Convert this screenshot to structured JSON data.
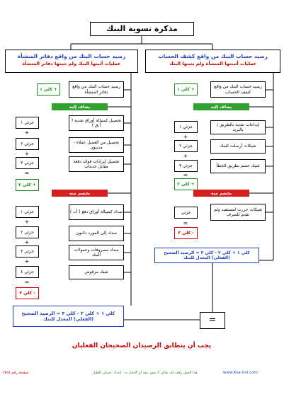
{
  "title": "مذكرة تسوية البنك",
  "right_column": {
    "header_title": "رصيد حساب البنك من واقع كشف الحساب",
    "header_sub": "عمليات أثبتتها المنشأة ولم يثبتها البنك",
    "start_box": "رصيد حساب البنك من واقع كشف الحساب",
    "start_tag": "+ كلي ١",
    "add_label": "يضاف إليه",
    "add_items": [
      {
        "part": "جزئي ١",
        "text": "إيداعات نقدية بالطريق / بالبريد"
      },
      {
        "part": "جزئي ٢",
        "text": "شيكات أرسلت للبنك"
      },
      {
        "part": "جزئي ٣",
        "text": "شيك خصم بطريق الخطأ"
      }
    ],
    "add_total": "+ كلي ٢",
    "sub_label": "يخصم منه",
    "sub_items": [
      {
        "part": "جزئي",
        "text": "شيكات حررت لمستفيد ولم تقدم للصرف"
      }
    ],
    "sub_total": "- كلي ٣",
    "result": "كلي ١ + كلي ٢ - كلي ٣ = الرصيد الصحيح (الفعلي) المعدل للبنك"
  },
  "left_column": {
    "header_title": "رصيد حساب البنك من واقع دفاتر المنشأة",
    "header_sub": "عمليات أثبتها البنك ولم تثبتها دفاتر المنشأة",
    "start_box": "رصيد حساب البنك من واقع دفاتر المنشأة",
    "start_tag": "+ كلي ١",
    "add_label": "يضاف إليه",
    "add_items": [
      {
        "part": "جزئي ١",
        "text": "تحصيل كمبيالة أوراق نقدية ( أ.ق )"
      },
      {
        "part": "جزئي ٢",
        "text": "تحصيل من العميل عملاء - مدينون"
      },
      {
        "part": "جزئي ٣",
        "text": "تحصيل إيرادات فوائد دفعة مقابل خدمات"
      }
    ],
    "add_total": "+ كلي ٢",
    "sub_label": "يخصم منه",
    "sub_items": [
      {
        "part": "جزئي ١",
        "text": "سداد كمبيالة أوراق دفع ( أ.د )"
      },
      {
        "part": "جزئي ٢",
        "text": "سداد إلى المورد دائنون"
      },
      {
        "part": "جزئي ٣",
        "text": "سداد مصروفات وعمولات البنك"
      },
      {
        "part": "جزئي ٤",
        "text": "شيك مرفوض"
      }
    ],
    "sub_total": "- كلي ٣",
    "result": "كلي ١ + كلي ٢ - كلي ٣ = الرصيد الصحيح (الفعلي) المعدل للبنك"
  },
  "signs": {
    "plus": "+",
    "minus": "-",
    "equals": "="
  },
  "equals_box": "=",
  "conclusion": "يجب أن يتطابق الرصيدان الصحيحان الفعليان",
  "footer": {
    "page": "صفحة رقم (٧٥)",
    "note": "هذا العمل وقف لله تعالى لا يجوز بيعه أو الاتجار به - إعداد: حسان الطيار",
    "site": "www.Ksa-Uvi.com"
  }
}
